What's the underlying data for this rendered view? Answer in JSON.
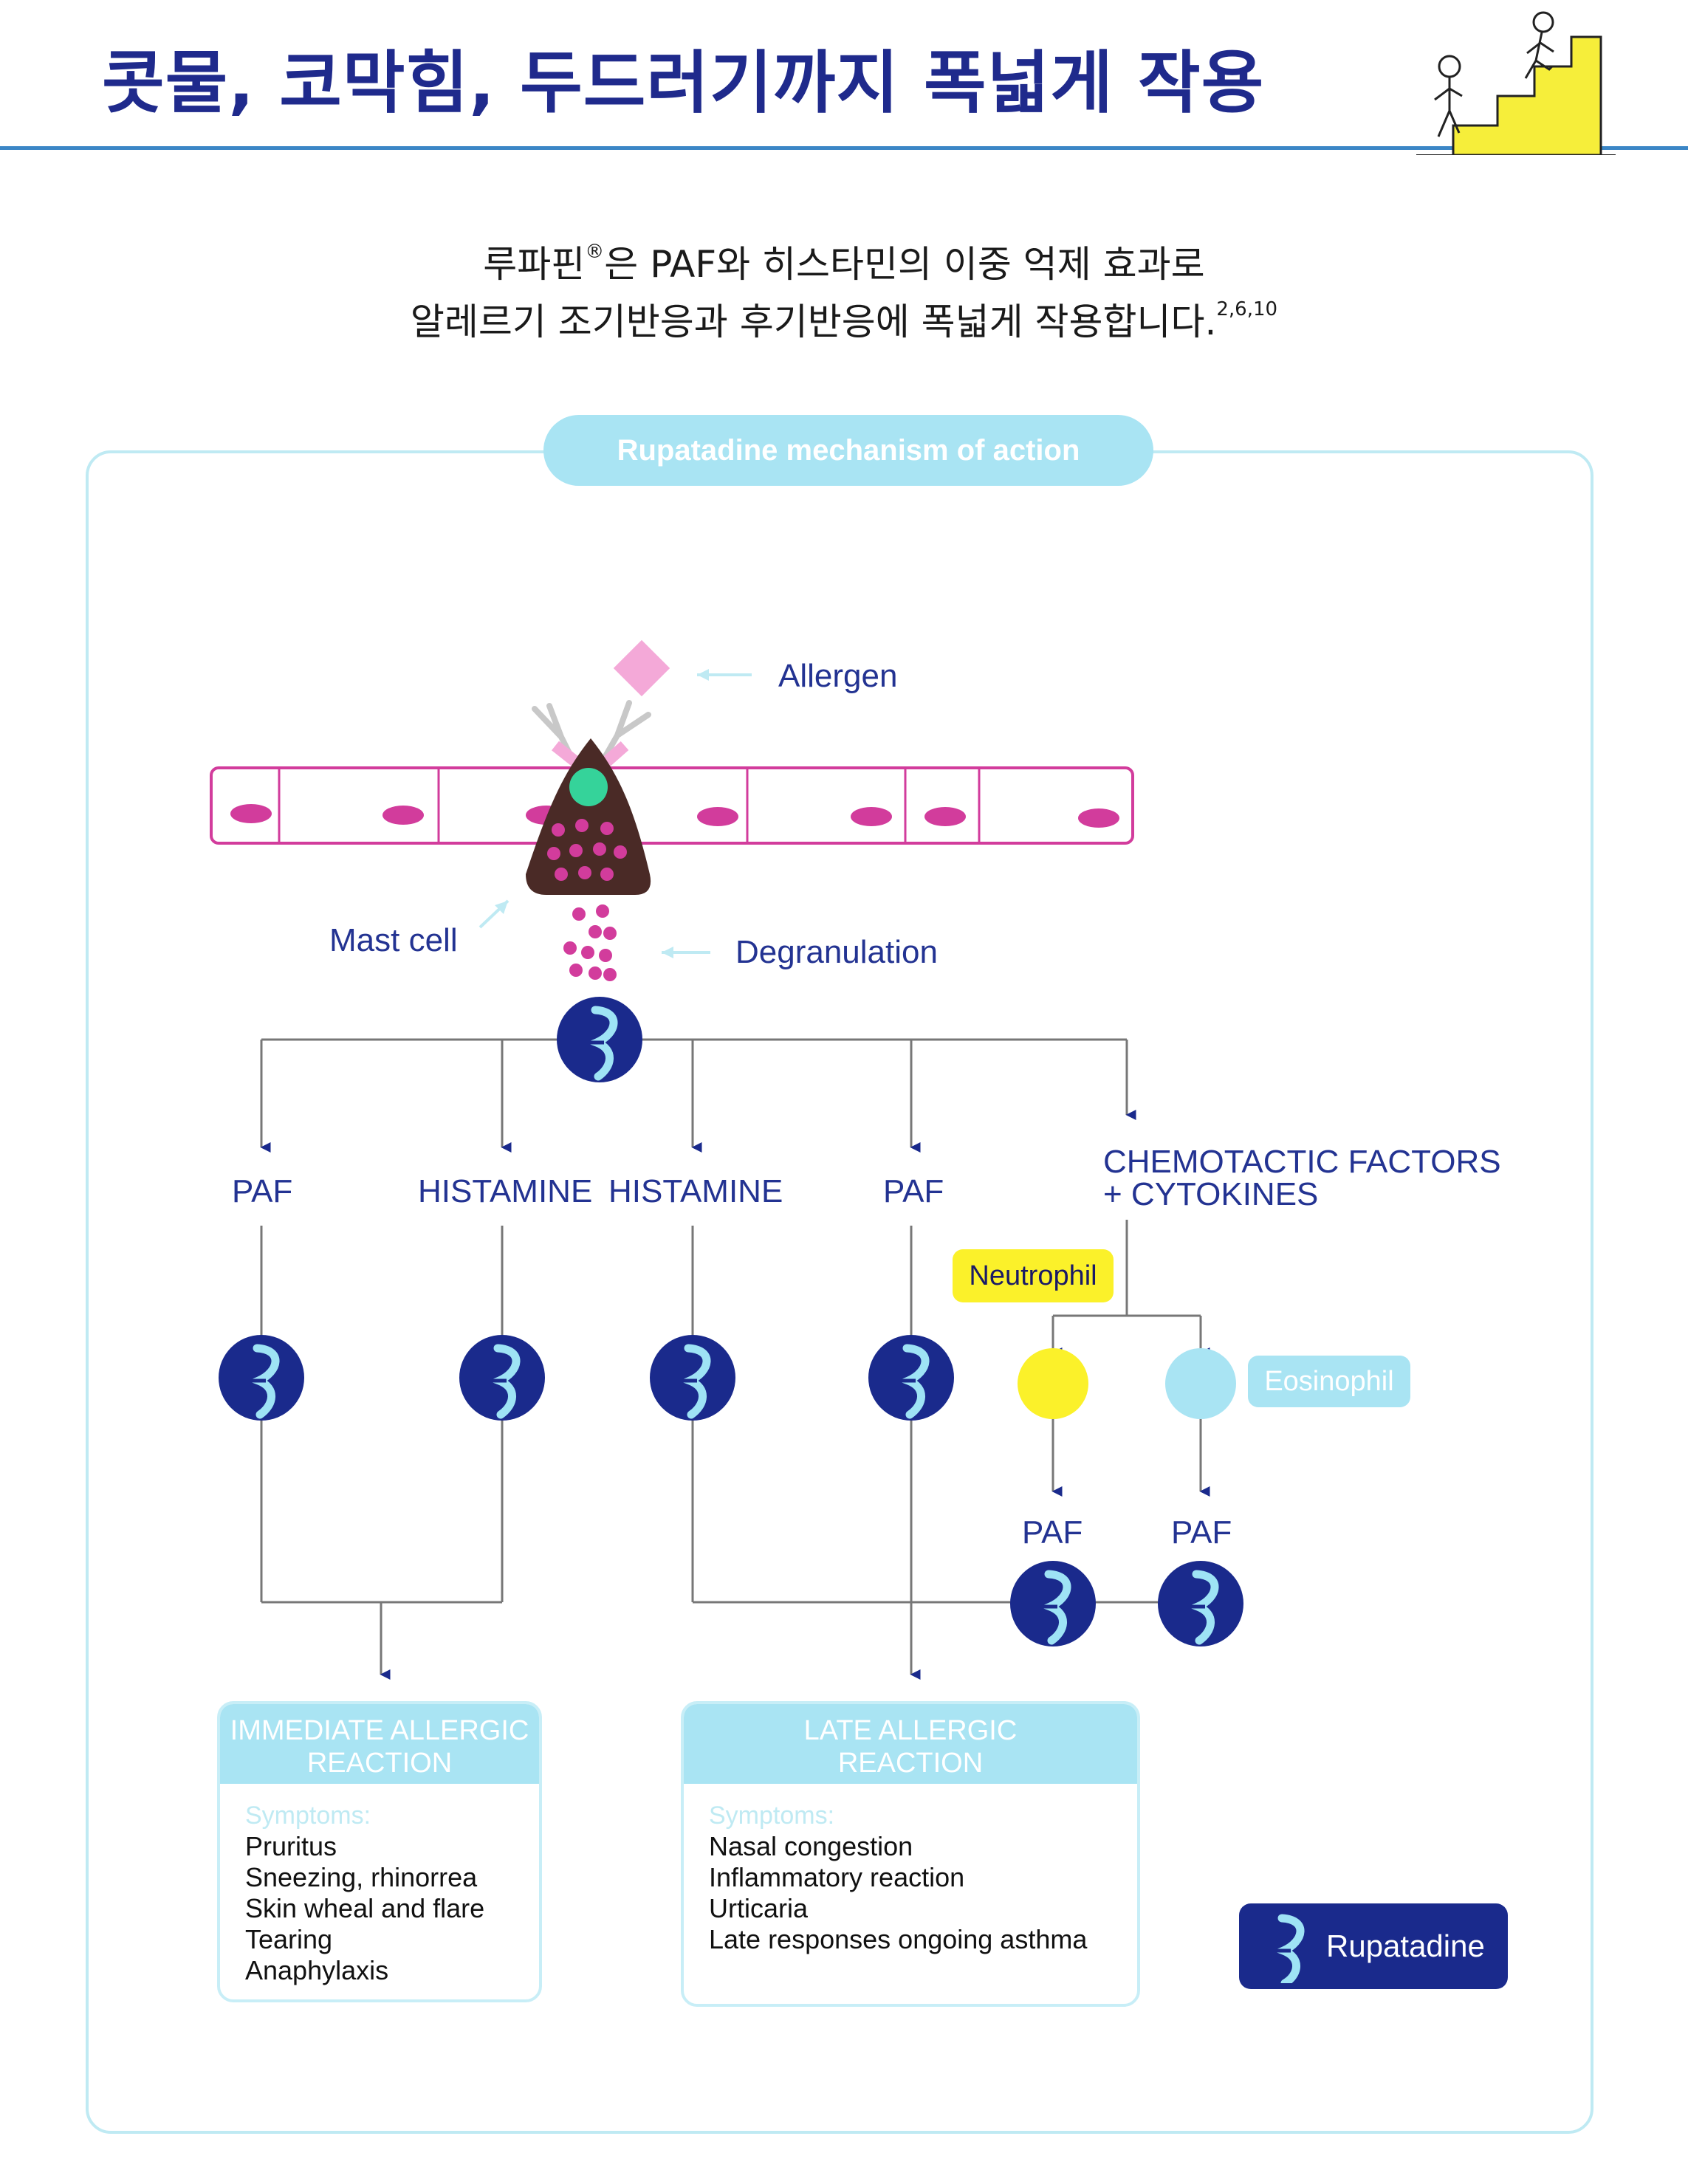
{
  "header": {
    "title": "콧물, 코막힘, 두드러기까지 폭넓게 작용"
  },
  "intro": {
    "line1_pre": "루파핀",
    "line1_mark": "®",
    "line1_post": "은 PAF와 히스타민의 이중 억제 효과로",
    "line2": "알레르기 조기반응과 후기반응에 폭넓게 작용합니다.",
    "line2_refs": "2,6,10"
  },
  "panel": {
    "title": "Rupatadine mechanism of action"
  },
  "diagram": {
    "allergen_label": "Allergen",
    "mast_cell_label": "Mast cell",
    "degranulation_label": "Degranulation",
    "mediators": [
      "PAF",
      "HISTAMINE",
      "HISTAMINE",
      "PAF"
    ],
    "chemotactic_line1": "CHEMOTACTIC FACTORS",
    "chemotactic_line2": "+ CYTOKINES",
    "neutrophil_label": "Neutrophil",
    "eosinophil_label": "Eosinophil",
    "neutrophil_paf": "PAF",
    "eosinophil_paf": "PAF",
    "colors": {
      "navy": "#1a2a8c",
      "magenta": "#d23c9c",
      "cyan": "#a9e4f3",
      "yellow": "#fbf12a",
      "mast_cell": "#4a2a26",
      "nucleus": "#35d39a",
      "allergen": "#f4a9d8"
    }
  },
  "immediate": {
    "title_line1": "IMMEDIATE ALLERGIC",
    "title_line2": "REACTION",
    "symptoms_heading": "Symptoms:",
    "symptoms": [
      "Pruritus",
      "Sneezing, rhinorrea",
      "Skin wheal and flare",
      "Tearing",
      "Anaphylaxis"
    ]
  },
  "late": {
    "title_line1": "LATE ALLERGIC",
    "title_line2": "REACTION",
    "symptoms_heading": "Symptoms:",
    "symptoms": [
      "Nasal congestion",
      "Inflammatory reaction",
      "Urticaria",
      "Late responses ongoing asthma"
    ]
  },
  "legend": {
    "label": "Rupatadine",
    "icon": "rupatadine-icon"
  }
}
